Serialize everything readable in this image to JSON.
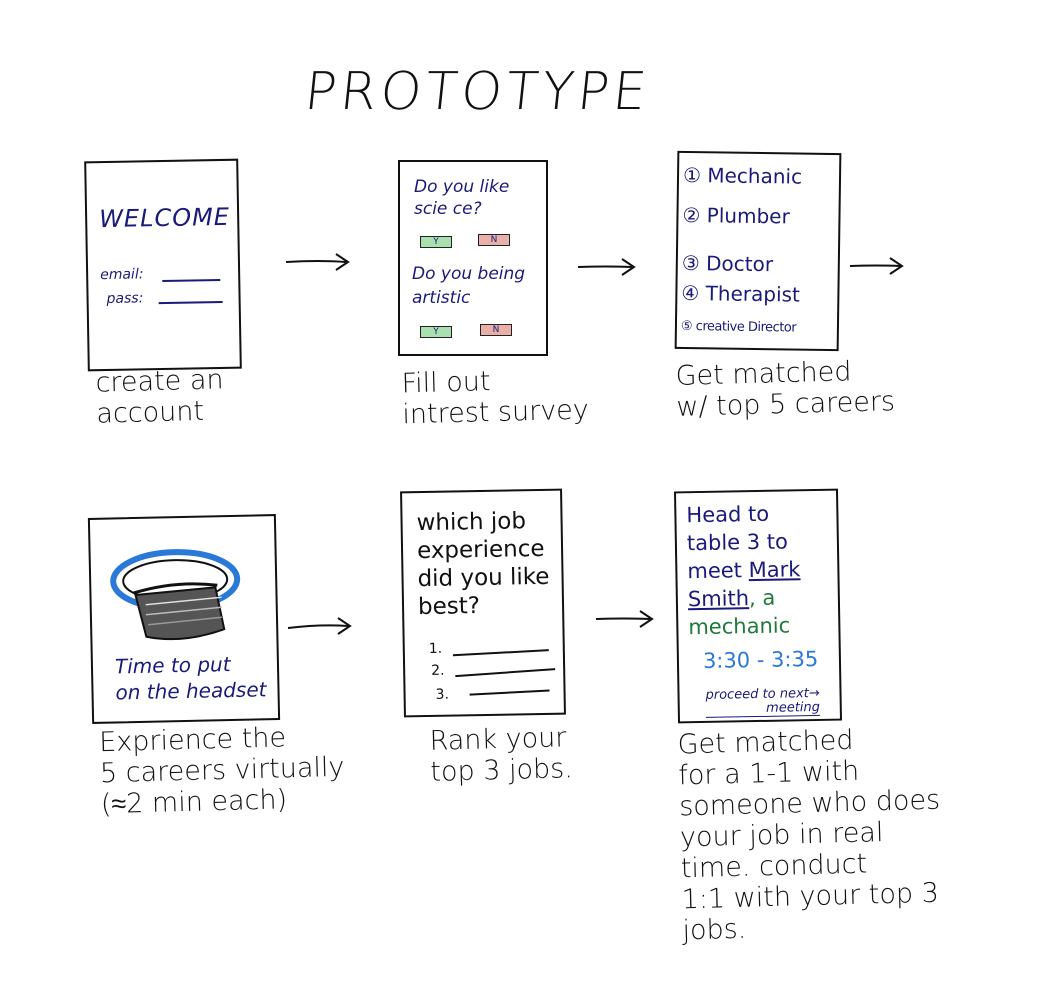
{
  "title": "PROTOTYPE",
  "steps": [
    {
      "caption_lines": [
        "create an",
        "account"
      ],
      "screen": {
        "heading": "WELCOME",
        "email_label": "email:",
        "pass_label": "pass:"
      }
    },
    {
      "caption_lines": [
        "Fill out",
        "intrest survey"
      ],
      "screen": {
        "q1_lines": [
          "Do you like",
          "scie ce?"
        ],
        "q2_lines": [
          "Do you being",
          "artistic"
        ],
        "yes": "Y",
        "no": "N"
      }
    },
    {
      "caption_lines": [
        "Get matched",
        "w/ top 5 careers"
      ],
      "screen": {
        "careers": [
          "① Mechanic",
          "② Plumber",
          "③ Doctor",
          "④ Therapist",
          "⑤ creative Director"
        ]
      }
    },
    {
      "caption_lines": [
        "Exprience the",
        "5 careers virtually",
        "(≈2 min each)"
      ],
      "screen": {
        "text_lines": [
          "Time  to put",
          "on the headset"
        ]
      }
    },
    {
      "caption_lines": [
        "Rank your",
        "top 3 jobs."
      ],
      "screen": {
        "question_lines": [
          "which job",
          "experience",
          "did you like",
          "best?"
        ],
        "ranks": [
          "1.",
          "2.",
          "3."
        ]
      }
    },
    {
      "caption_lines": [
        "Get matched",
        "for a 1-1 with",
        "someone who does",
        "your job in real",
        "time. conduct",
        "1:1 with your top 3",
        "jobs."
      ],
      "screen": {
        "line1": "Head to",
        "line2": "table 3 to",
        "line3_prefix": "meet ",
        "name_line1": "Mark",
        "name_line2": "Smith",
        "after_name": ", a",
        "role": "mechanic",
        "time": "3:30 - 3:35",
        "proceed": "proceed to next→",
        "proceed2": "meeting"
      }
    }
  ],
  "colors": {
    "ink": "#111111",
    "blue_ink": "#1a1a7a",
    "green": "#1f7a3a",
    "bright_blue": "#2a78d8"
  }
}
